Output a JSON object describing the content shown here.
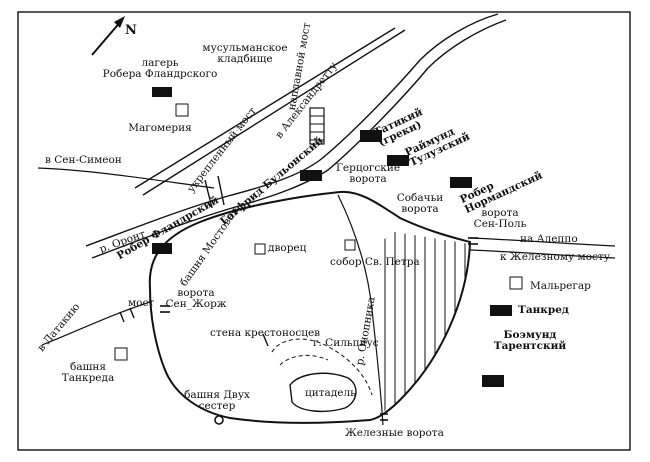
{
  "north": "N",
  "labels": {
    "camp_robert_flanders": "лагерь\nРобера Фландрского",
    "muslim_cemetery": "мусульманское\nкладбище",
    "alexandretta": "в Александретту",
    "pontoon_bridge": "наплавной мост",
    "magomeria": "Магомерия",
    "tatikios": "Татикий\n(греки)",
    "raymond": "Раймунд\nТулузский",
    "fortified_bridge": "укрепленный мост",
    "to_st_simeon": "в Сен-Симеон",
    "godfrey": "Готфрид Бульонский",
    "duke_gate": "Герцогские\nворота",
    "dog_gate": "Собачьи\nворота",
    "robert_normandy": "Робер\nНормандский",
    "st_paul_gate": "ворота\nСен-Поль",
    "to_aleppo": "на Алеппо",
    "iron_bridge": "к Железному мосту",
    "orontes": "р. Оронт",
    "robert_flanders": "Робер Фландрский",
    "bridge_tower": "башня Мостовая",
    "palace": "дворец",
    "st_peter": "собор Св. Петра",
    "maregar": "Мальрегар",
    "tancred": "Танкред",
    "bohemond": "Боэмунд\nТарентский",
    "to_latakia": "в Латакию",
    "bridge": "мост",
    "st_george_gate": "ворота\nСен_Жорж",
    "crusader_wall": "стена крестоносцев",
    "silpius": "г. Сильпиус",
    "onopnikos": "р. Онопника",
    "tancred_tower": "башня\nТанкреда",
    "two_sisters_tower": "башня Двух\nсестер",
    "citadel": "цитадель",
    "iron_gate": "Железные ворота"
  }
}
